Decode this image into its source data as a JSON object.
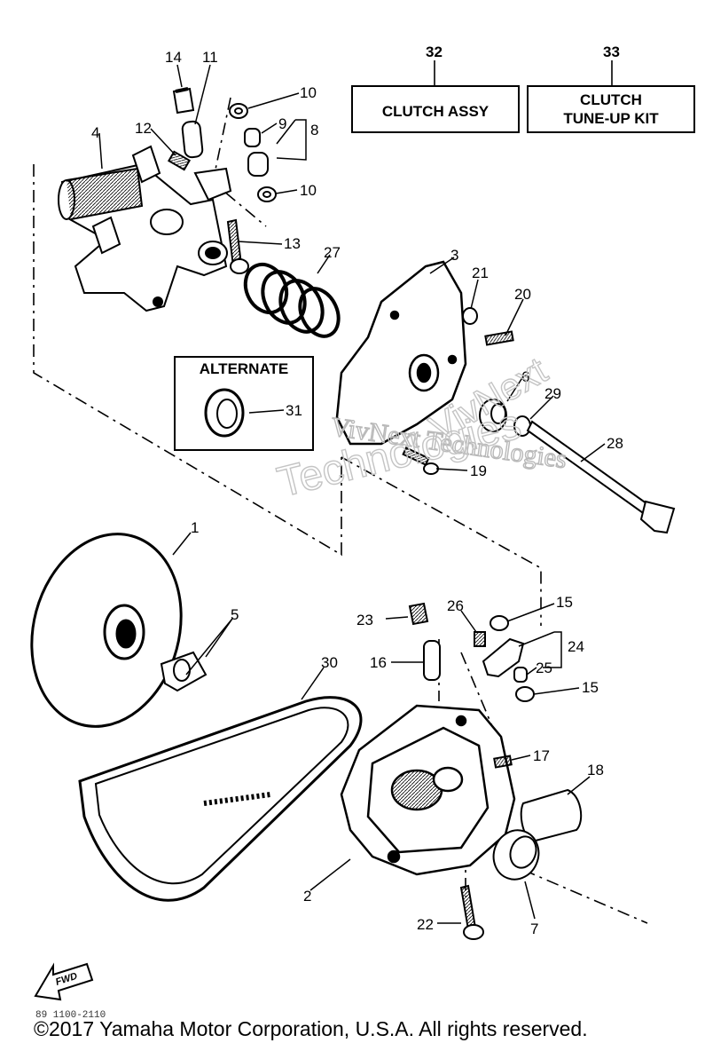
{
  "boxes": {
    "clutch_assy": {
      "number": "32",
      "label": "CLUTCH ASSY"
    },
    "tune_up_kit": {
      "number": "33",
      "label_line1": "CLUTCH",
      "label_line2": "TUNE-UP KIT"
    },
    "alternate": {
      "label": "ALTERNATE",
      "number": "31"
    }
  },
  "callouts": {
    "c1": "1",
    "c2": "2",
    "c3": "3",
    "c4": "4",
    "c5": "5",
    "c6": "6",
    "c7": "7",
    "c8": "8",
    "c9": "9",
    "c10a": "10",
    "c10b": "10",
    "c11": "11",
    "c12": "12",
    "c13": "13",
    "c14": "14",
    "c15a": "15",
    "c15b": "15",
    "c16": "16",
    "c17": "17",
    "c18": "18",
    "c19": "19",
    "c20": "20",
    "c21": "21",
    "c22": "22",
    "c23": "23",
    "c24": "24",
    "c25": "25",
    "c26": "26",
    "c27": "27",
    "c28": "28",
    "c29": "29",
    "c30": "30"
  },
  "fwd_label": "FWD",
  "drawing_code": "89 1100-2110",
  "watermark": {
    "line1": "VivNext",
    "line2": "VivNext Technologies",
    "line3": "Technologies"
  },
  "copyright": "©2017 Yamaha Motor Corporation, U.S.A. All rights reserved."
}
